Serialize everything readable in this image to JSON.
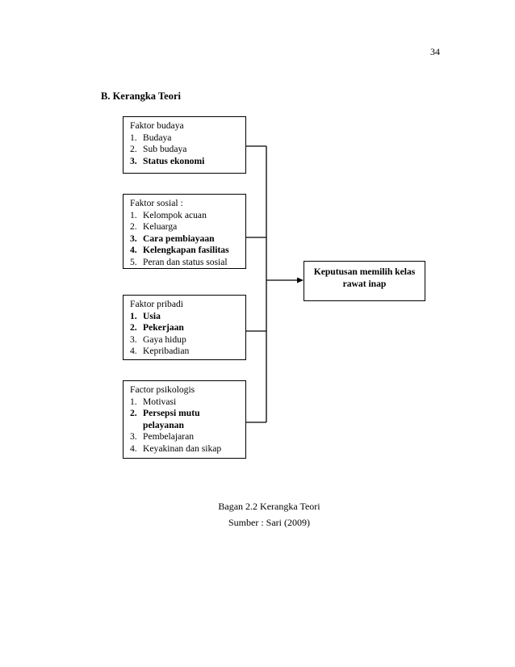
{
  "page": {
    "number": "34",
    "section_heading": "B.  Kerangka Teori"
  },
  "diagram": {
    "factors": [
      {
        "title": "Faktor budaya",
        "items": [
          {
            "num": "1.",
            "text": "Budaya",
            "bold": false
          },
          {
            "num": "2.",
            "text": "Sub budaya",
            "bold": false
          },
          {
            "num": "3.",
            "text": "Status ekonomi",
            "bold": true
          }
        ]
      },
      {
        "title": "Faktor sosial :",
        "items": [
          {
            "num": "1.",
            "text": "Kelompok acuan",
            "bold": false
          },
          {
            "num": "2.",
            "text": "Keluarga",
            "bold": false
          },
          {
            "num": "3.",
            "text": "Cara pembiayaan",
            "bold": true
          },
          {
            "num": "4.",
            "text": "Kelengkapan fasilitas",
            "bold": true
          },
          {
            "num": "5.",
            "text": "Peran dan status sosial",
            "bold": false
          }
        ]
      },
      {
        "title": "Faktor pribadi",
        "items": [
          {
            "num": "1.",
            "text": "Usia",
            "bold": true
          },
          {
            "num": "2.",
            "text": "Pekerjaan",
            "bold": true
          },
          {
            "num": "3.",
            "text": "Gaya hidup",
            "bold": false
          },
          {
            "num": "4.",
            "text": "Kepribadian",
            "bold": false
          }
        ]
      },
      {
        "title": "Factor psikologis",
        "items": [
          {
            "num": "1.",
            "text": "Motivasi",
            "bold": false
          },
          {
            "num": "2.",
            "text": "Persepsi mutu pelayanan",
            "bold": true
          },
          {
            "num": "3.",
            "text": "Pembelajaran",
            "bold": false
          },
          {
            "num": "4.",
            "text": "Keyakinan dan sikap",
            "bold": false
          }
        ]
      }
    ],
    "result": "Keputusan memilih kelas rawat inap"
  },
  "caption": {
    "title": "Bagan 2.2 Kerangka Teori",
    "source": "Sumber : Sari (2009)"
  }
}
